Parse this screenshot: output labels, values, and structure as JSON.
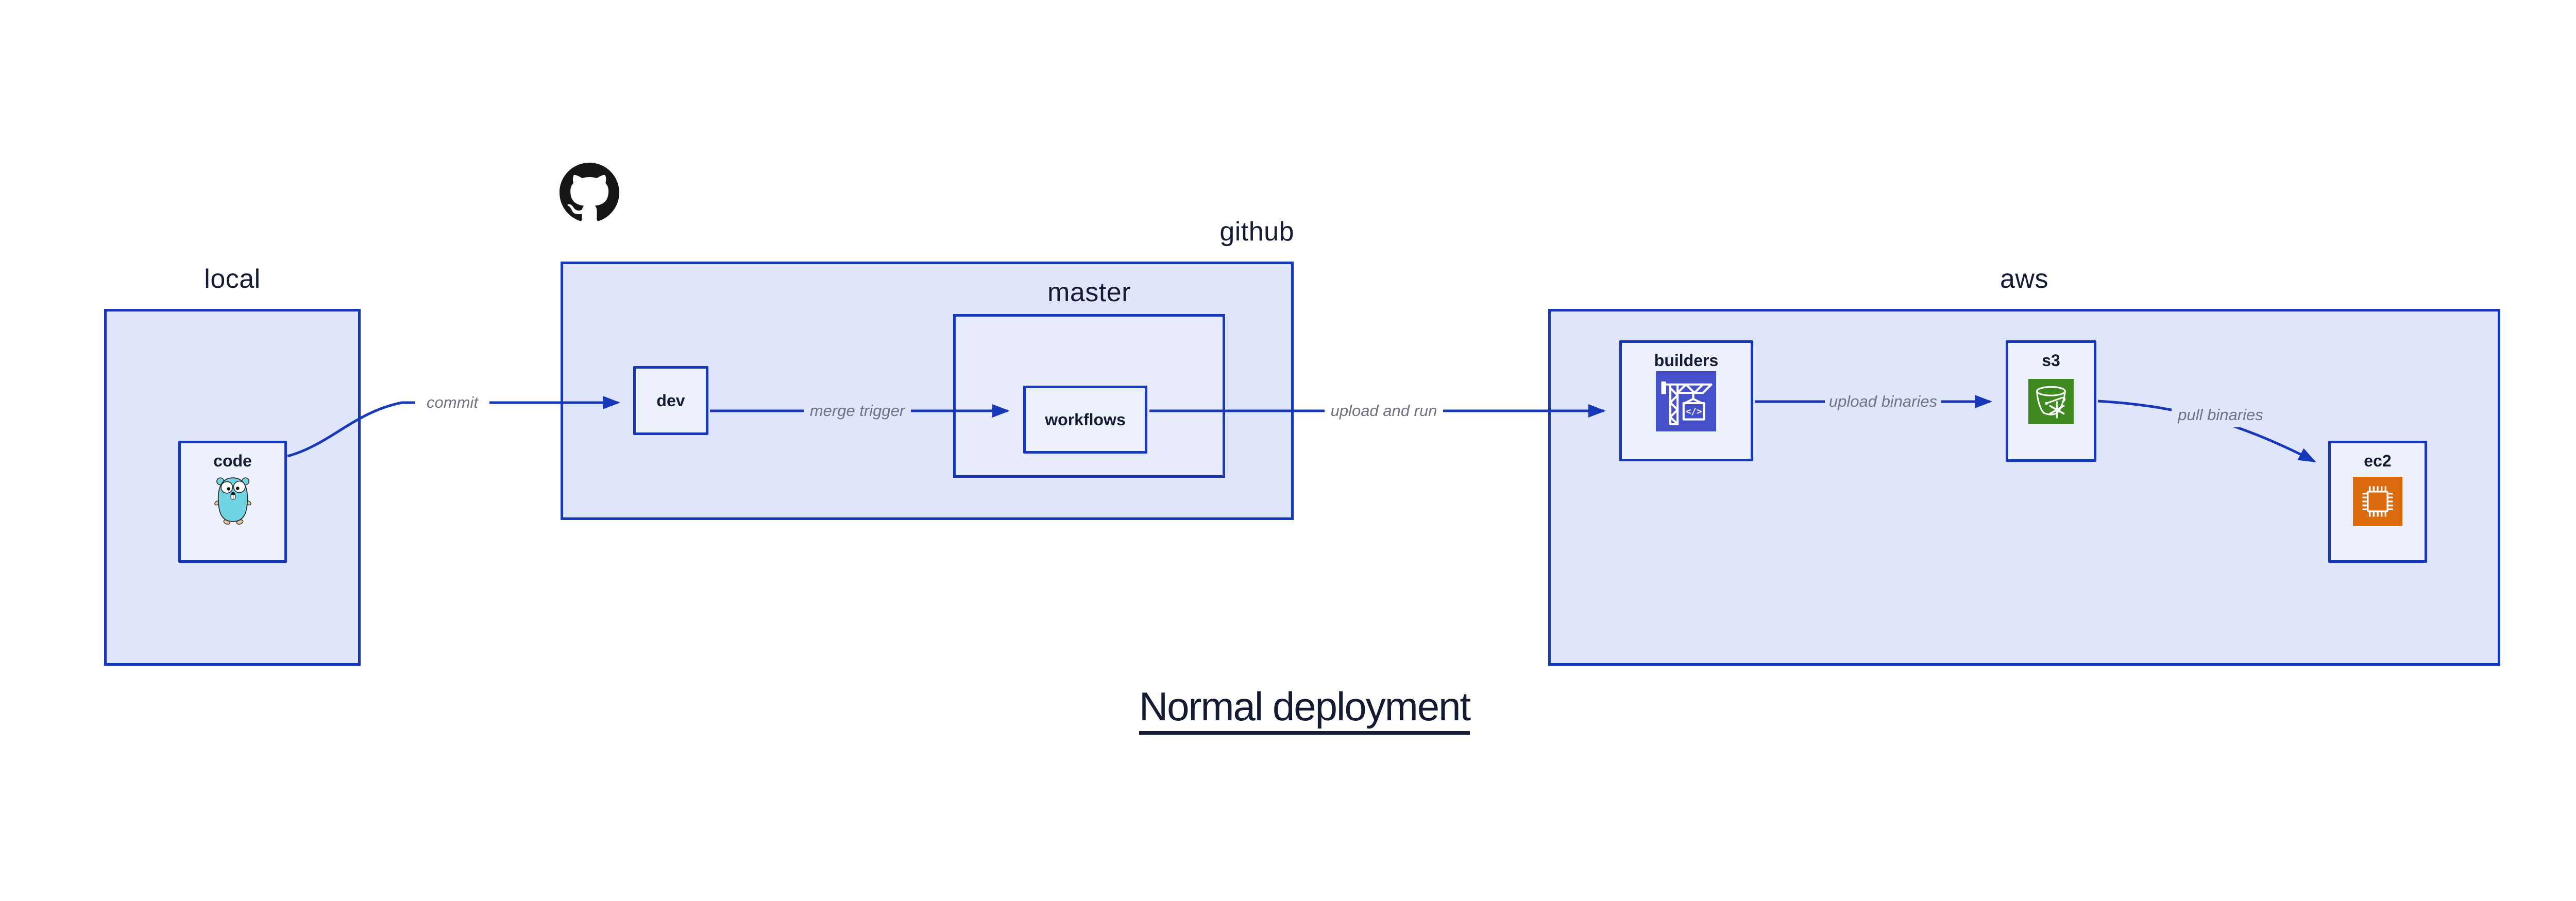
{
  "diagram_title": {
    "text": "Normal deployment"
  },
  "colors": {
    "canvas_bg": "#ffffff",
    "container_fill": "#dfe5fa",
    "master_fill": "#e9edfb",
    "node_fill": "#edf1fc",
    "stroke_blue": "#1739b9",
    "text_navy": "#141b33",
    "edge_label_gray": "#6f7382",
    "github_black": "#171515",
    "codebuild_indigo": "#4650c8",
    "s3_green": "#3f8a20",
    "ec2_orange": "#dc6b0e",
    "gopher_teal": "#70d4e2"
  },
  "containers": {
    "local": {
      "label": "local"
    },
    "github": {
      "label": "github",
      "icon": "github-octocat-icon"
    },
    "master": {
      "label": "master"
    },
    "aws": {
      "label": "aws"
    }
  },
  "nodes": {
    "code": {
      "label": "code",
      "icon": "go-gopher-icon"
    },
    "dev": {
      "label": "dev"
    },
    "workflows": {
      "label": "workflows"
    },
    "builders": {
      "label": "builders",
      "icon": "codebuild-crane-icon"
    },
    "s3": {
      "label": "s3",
      "icon": "s3-glacier-bucket-icon"
    },
    "ec2": {
      "label": "ec2",
      "icon": "ec2-chip-icon"
    }
  },
  "edges": {
    "commit": {
      "label": "commit",
      "from": "code",
      "to": "dev"
    },
    "merge_trigger": {
      "label": "merge trigger",
      "from": "dev",
      "to": "workflows"
    },
    "upload_and_run": {
      "label": "upload and run",
      "from": "workflows",
      "to": "builders"
    },
    "upload_binaries": {
      "label": "upload binaries",
      "from": "builders",
      "to": "s3"
    },
    "pull_binaries": {
      "label": "pull binaries",
      "from": "s3",
      "to": "ec2"
    }
  }
}
